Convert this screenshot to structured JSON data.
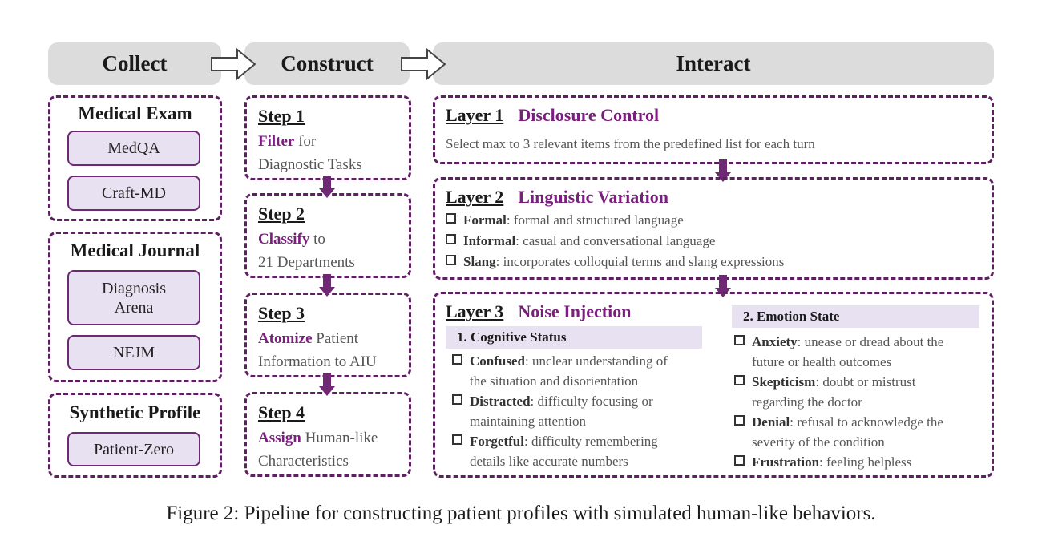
{
  "headers": {
    "collect": "Collect",
    "construct": "Construct",
    "interact": "Interact"
  },
  "collect": {
    "medical_exam": {
      "title": "Medical Exam",
      "items": [
        "MedQA",
        "Craft-MD"
      ]
    },
    "medical_journal": {
      "title": "Medical Journal",
      "items": [
        "Diagnosis",
        "Arena",
        "NEJM"
      ]
    },
    "synthetic_profile": {
      "title": "Synthetic Profile",
      "items": [
        "Patient-Zero"
      ]
    }
  },
  "construct": {
    "steps": [
      {
        "title": "Step 1",
        "keyword": "Filter",
        "rest1": " for",
        "line2": "Diagnostic Tasks"
      },
      {
        "title": "Step 2",
        "keyword": "Classify",
        "rest1": " to",
        "line2": "21 Departments"
      },
      {
        "title": "Step 3",
        "keyword": "Atomize",
        "rest1": " Patient",
        "line2": "Information to AIU"
      },
      {
        "title": "Step 4",
        "keyword": "Assign",
        "rest1": " Human-like",
        "line2": "Characteristics"
      }
    ]
  },
  "interact": {
    "layer1": {
      "num": "Layer 1",
      "name": "Disclosure Control",
      "desc": "Select max to 3 relevant items from the predefined list for each turn"
    },
    "layer2": {
      "num": "Layer 2",
      "name": "Linguistic Variation",
      "items": [
        {
          "term": "Formal",
          "desc": ": formal and structured language"
        },
        {
          "term": "Informal",
          "desc": ": casual and conversational language"
        },
        {
          "term": "Slang",
          "desc": ": incorporates colloquial terms and slang expressions"
        }
      ]
    },
    "layer3": {
      "num": "Layer 3",
      "name": "Noise Injection",
      "cognitive": {
        "title": "1.   Cognitive Status",
        "items": [
          {
            "term": "Confused",
            "desc": ": unclear understanding of",
            "cont": "the situation and disorientation"
          },
          {
            "term": "Distracted",
            "desc": ": difficulty focusing or",
            "cont": "maintaining attention"
          },
          {
            "term": "Forgetful",
            "desc": ": difficulty remembering",
            "cont": "details like accurate numbers"
          }
        ]
      },
      "emotion": {
        "title": "2.   Emotion State",
        "items": [
          {
            "term": "Anxiety",
            "desc": ": unease or dread about the",
            "cont": "future or health outcomes"
          },
          {
            "term": "Skepticism",
            "desc": ": doubt or mistrust",
            "cont": "regarding the doctor"
          },
          {
            "term": "Denial",
            "desc": ": refusal to acknowledge the",
            "cont": "severity of the condition"
          },
          {
            "term": "Frustration",
            "desc": ": feeling helpless",
            "cont": ""
          }
        ]
      }
    }
  },
  "caption": "Figure 2: Pipeline for constructing patient profiles with simulated human-like behaviors.",
  "colors": {
    "accent": "#7a1f7e",
    "dash": "#5e1f63",
    "pill_fill": "#e7e1f1",
    "header_fill": "#dcdcdc"
  }
}
